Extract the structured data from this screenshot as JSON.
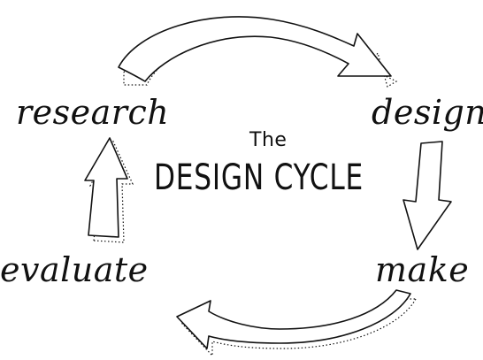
{
  "diagram": {
    "title_small": "The",
    "title_main": "DESIGN CYCLE",
    "stages": {
      "research": "research",
      "design": "design",
      "make": "make",
      "evaluate": "evaluate"
    }
  },
  "colors": {
    "ink": "#111111",
    "background": "#ffffff"
  }
}
